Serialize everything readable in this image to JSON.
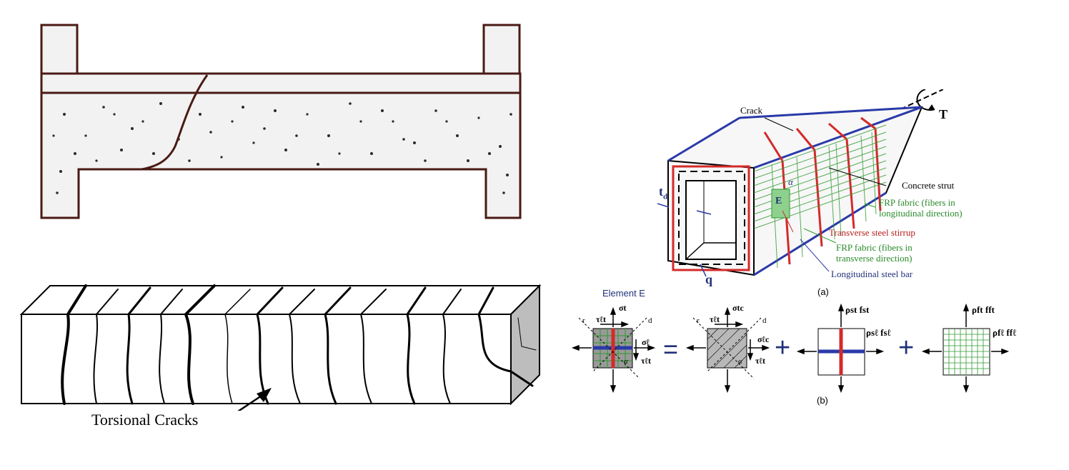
{
  "beam_section": {},
  "torsion_beam": {
    "label": "Torsional Cracks"
  },
  "box_model": {
    "labels": {
      "crack": "Crack",
      "torque": "T",
      "td": "t",
      "td_sub": "d",
      "q": "q",
      "element": "E",
      "alpha": "α",
      "concrete_strut": "Concrete strut",
      "frp_long": [
        "FRP fabric (fibers in",
        "longitudinal direction)"
      ],
      "stirrup": "Transverse steel stirrup",
      "frp_trans": [
        "FRP fabric (fibers in",
        "transverse direction)"
      ],
      "long_bar": "Longitudinal steel bar",
      "caption_a": "(a)"
    },
    "colors": {
      "stirrup": "#d42a2a",
      "bar": "#2a3aa8",
      "frp": "#2e9a2e"
    }
  },
  "element_equation": {
    "title": "Element E",
    "caption_b": "(b)",
    "eq_sign": "=",
    "plus_sign": "+",
    "e1": {
      "sigma_t": "σt",
      "tau": "τℓt",
      "sigma_l": "σℓ",
      "tau_b": "τℓt",
      "r": "r",
      "d": "d",
      "alpha": "α"
    },
    "e2": {
      "sigma_t": "σtc",
      "tau": "τℓt",
      "sigma_l": "σℓc",
      "tau_b": "τℓt",
      "r": "r",
      "d": "d",
      "alpha": "α"
    },
    "e3": {
      "top": "ρst fst",
      "right": "ρsℓ fsℓ"
    },
    "e4": {
      "top": "ρft fft",
      "right": "ρfℓ ffℓ"
    }
  }
}
